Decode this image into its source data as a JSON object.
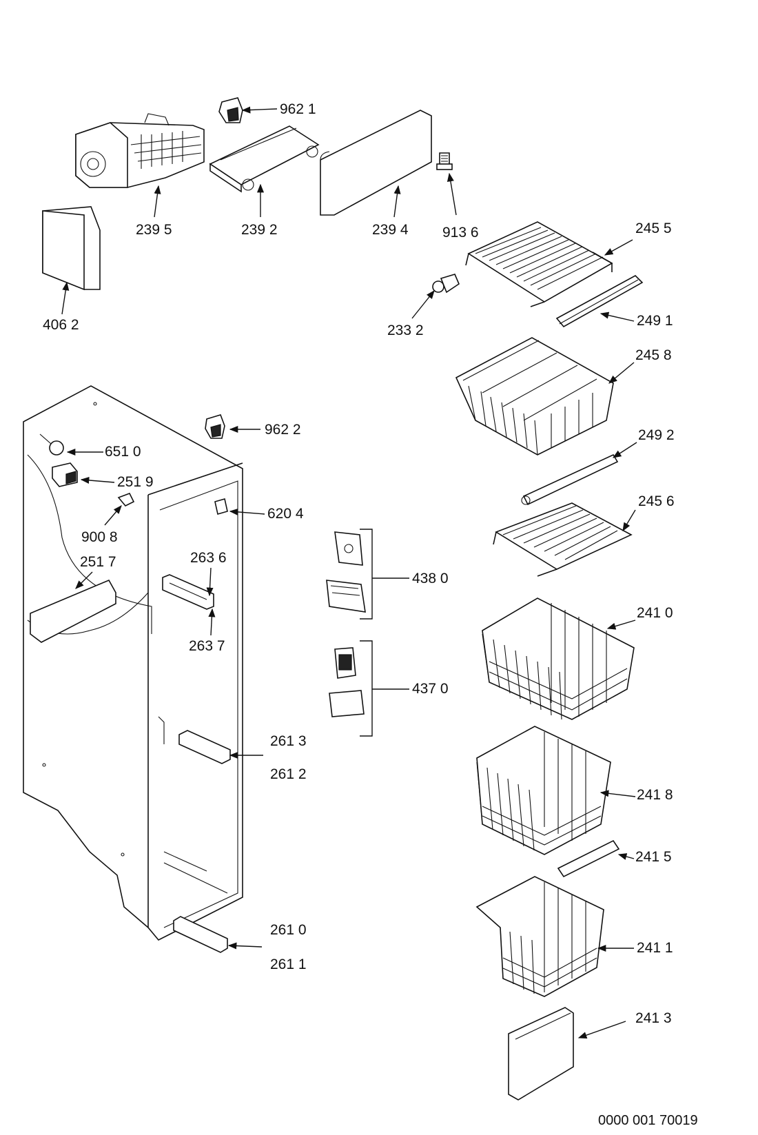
{
  "parts": [
    {
      "id": "p9621",
      "label": "962 1"
    },
    {
      "id": "p2395",
      "label": "239 5"
    },
    {
      "id": "p2392",
      "label": "239 2"
    },
    {
      "id": "p2394",
      "label": "239 4"
    },
    {
      "id": "p9136",
      "label": "913 6"
    },
    {
      "id": "p2455",
      "label": "245 5"
    },
    {
      "id": "p4062",
      "label": "406 2"
    },
    {
      "id": "p2332",
      "label": "233 2"
    },
    {
      "id": "p2491",
      "label": "249 1"
    },
    {
      "id": "p2458",
      "label": "245 8"
    },
    {
      "id": "p9622",
      "label": "962 2"
    },
    {
      "id": "p6510",
      "label": "651 0"
    },
    {
      "id": "p2519",
      "label": "251 9"
    },
    {
      "id": "p2492",
      "label": "249 2"
    },
    {
      "id": "p6204",
      "label": "620 4"
    },
    {
      "id": "p9008",
      "label": "900 8"
    },
    {
      "id": "p2456",
      "label": "245 6"
    },
    {
      "id": "p2517",
      "label": "251 7"
    },
    {
      "id": "p2636",
      "label": "263 6"
    },
    {
      "id": "p4380",
      "label": "438 0"
    },
    {
      "id": "p2637",
      "label": "263 7"
    },
    {
      "id": "p2410",
      "label": "241 0"
    },
    {
      "id": "p4370",
      "label": "437 0"
    },
    {
      "id": "p2613",
      "label": "261 3"
    },
    {
      "id": "p2612",
      "label": "261 2"
    },
    {
      "id": "p2418",
      "label": "241 8"
    },
    {
      "id": "p2415",
      "label": "241 5"
    },
    {
      "id": "p2610",
      "label": "261 0"
    },
    {
      "id": "p2411",
      "label": "241 1"
    },
    {
      "id": "p2611",
      "label": "261 1"
    },
    {
      "id": "p2413",
      "label": "241 3"
    }
  ],
  "drawing_ref": "0000 001 70019"
}
